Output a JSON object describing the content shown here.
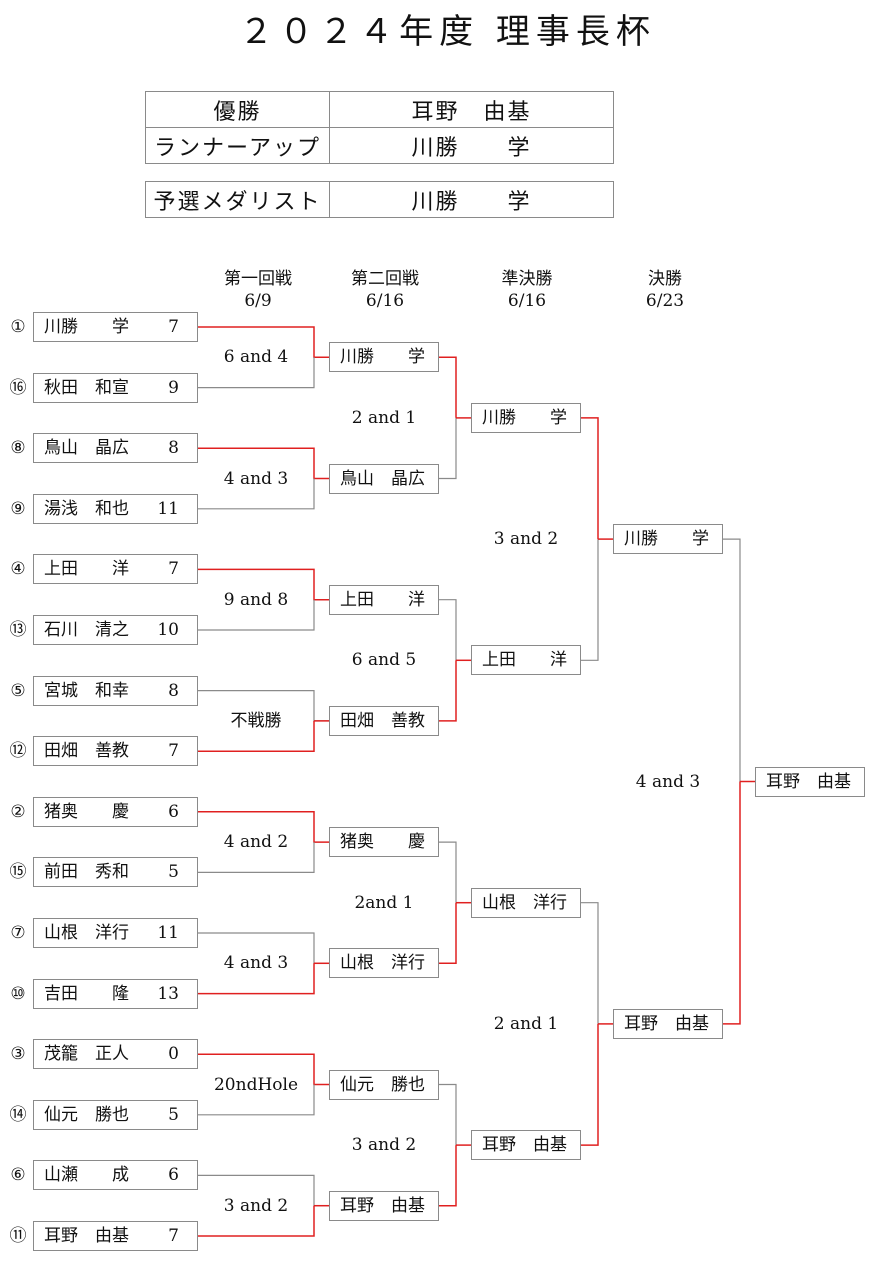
{
  "title": "２０２４年度 理事長杯",
  "summary": [
    {
      "label": "優勝",
      "value": "耳野　由基"
    },
    {
      "label": "ランナーアップ",
      "value": "川勝　　学"
    },
    {
      "label": "予選メダリスト",
      "value": "川勝　　学"
    }
  ],
  "rounds": [
    {
      "name": "第一回戦",
      "date": "6/9"
    },
    {
      "name": "第二回戦",
      "date": "6/16"
    },
    {
      "name": "準決勝",
      "date": "6/16"
    },
    {
      "name": "決勝",
      "date": "6/23"
    }
  ],
  "round1": [
    {
      "seed": "①",
      "name": "川勝　　学",
      "score": "7"
    },
    {
      "seed": "⑯",
      "name": "秋田　和宣",
      "score": "9"
    },
    {
      "seed": "⑧",
      "name": "鳥山　晶広",
      "score": "8"
    },
    {
      "seed": "⑨",
      "name": "湯浅　和也",
      "score": "11"
    },
    {
      "seed": "④",
      "name": "上田　　洋",
      "score": "7"
    },
    {
      "seed": "⑬",
      "name": "石川　清之",
      "score": "10"
    },
    {
      "seed": "⑤",
      "name": "宮城　和幸",
      "score": "8"
    },
    {
      "seed": "⑫",
      "name": "田畑　善教",
      "score": "7"
    },
    {
      "seed": "②",
      "name": "猪奥　　慶",
      "score": "6"
    },
    {
      "seed": "⑮",
      "name": "前田　秀和",
      "score": "5"
    },
    {
      "seed": "⑦",
      "name": "山根　洋行",
      "score": "11"
    },
    {
      "seed": "⑩",
      "name": "吉田　　隆",
      "score": "13"
    },
    {
      "seed": "③",
      "name": "茂籠　正人",
      "score": "0"
    },
    {
      "seed": "⑭",
      "name": "仙元　勝也",
      "score": "5"
    },
    {
      "seed": "⑥",
      "name": "山瀬　　成",
      "score": "6"
    },
    {
      "seed": "⑪",
      "name": "耳野　由基",
      "score": "7"
    }
  ],
  "round1_results": [
    "6 and 4",
    "4 and 3",
    "9 and 8",
    "不戦勝",
    "4 and 2",
    "4 and 3",
    "20ndHole",
    "3 and 2"
  ],
  "round2": [
    "川勝　　学",
    "鳥山　晶広",
    "上田　　洋",
    "田畑　善教",
    "猪奥　　慶",
    "山根　洋行",
    "仙元　勝也",
    "耳野　由基"
  ],
  "round2_results": [
    "2 and 1",
    "6 and 5",
    "2and 1",
    "3 and 2"
  ],
  "semifinal": [
    "川勝　　学",
    "上田　　洋",
    "山根　洋行",
    "耳野　由基"
  ],
  "semifinal_results": [
    "3 and 2",
    "2 and 1"
  ],
  "final": [
    "川勝　　学",
    "耳野　由基"
  ],
  "final_result": "4 and 3",
  "champion": "耳野　由基",
  "colors": {
    "winner_line": "#e02020",
    "line": "#8a8a8a"
  }
}
